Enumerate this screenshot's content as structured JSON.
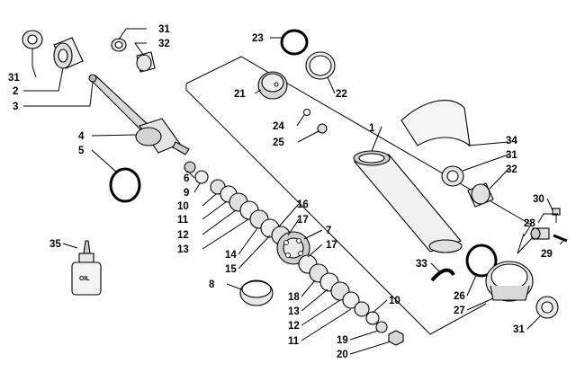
{
  "diagram": {
    "callouts": [
      {
        "id": "c31a",
        "label": "31"
      },
      {
        "id": "c32a",
        "label": "32"
      },
      {
        "id": "c31b",
        "label": "31"
      },
      {
        "id": "c2",
        "label": "2"
      },
      {
        "id": "c3",
        "label": "3"
      },
      {
        "id": "c23",
        "label": "23"
      },
      {
        "id": "c21",
        "label": "21"
      },
      {
        "id": "c22",
        "label": "22"
      },
      {
        "id": "c24",
        "label": "24"
      },
      {
        "id": "c25",
        "label": "25"
      },
      {
        "id": "c1",
        "label": "1"
      },
      {
        "id": "c34",
        "label": "34"
      },
      {
        "id": "c31c",
        "label": "31"
      },
      {
        "id": "c32b",
        "label": "32"
      },
      {
        "id": "c4",
        "label": "4"
      },
      {
        "id": "c5",
        "label": "5"
      },
      {
        "id": "c6",
        "label": "6"
      },
      {
        "id": "c9",
        "label": "9"
      },
      {
        "id": "c10a",
        "label": "10"
      },
      {
        "id": "c11a",
        "label": "11"
      },
      {
        "id": "c12a",
        "label": "12"
      },
      {
        "id": "c13a",
        "label": "13"
      },
      {
        "id": "c14",
        "label": "14"
      },
      {
        "id": "c15",
        "label": "15"
      },
      {
        "id": "c16",
        "label": "16"
      },
      {
        "id": "c17a",
        "label": "17"
      },
      {
        "id": "c7",
        "label": "7"
      },
      {
        "id": "c17b",
        "label": "17"
      },
      {
        "id": "c35",
        "label": "35"
      },
      {
        "id": "c8",
        "label": "8"
      },
      {
        "id": "c18",
        "label": "18"
      },
      {
        "id": "c13b",
        "label": "13"
      },
      {
        "id": "c12b",
        "label": "12"
      },
      {
        "id": "c11b",
        "label": "11"
      },
      {
        "id": "c10b",
        "label": "10"
      },
      {
        "id": "c19",
        "label": "19"
      },
      {
        "id": "c20",
        "label": "20"
      },
      {
        "id": "c30",
        "label": "30"
      },
      {
        "id": "c28",
        "label": "28"
      },
      {
        "id": "c29",
        "label": "29"
      },
      {
        "id": "c33",
        "label": "33"
      },
      {
        "id": "c26",
        "label": "26"
      },
      {
        "id": "c27",
        "label": "27"
      },
      {
        "id": "c31d",
        "label": "31"
      }
    ],
    "bottle_text": "OIL"
  }
}
